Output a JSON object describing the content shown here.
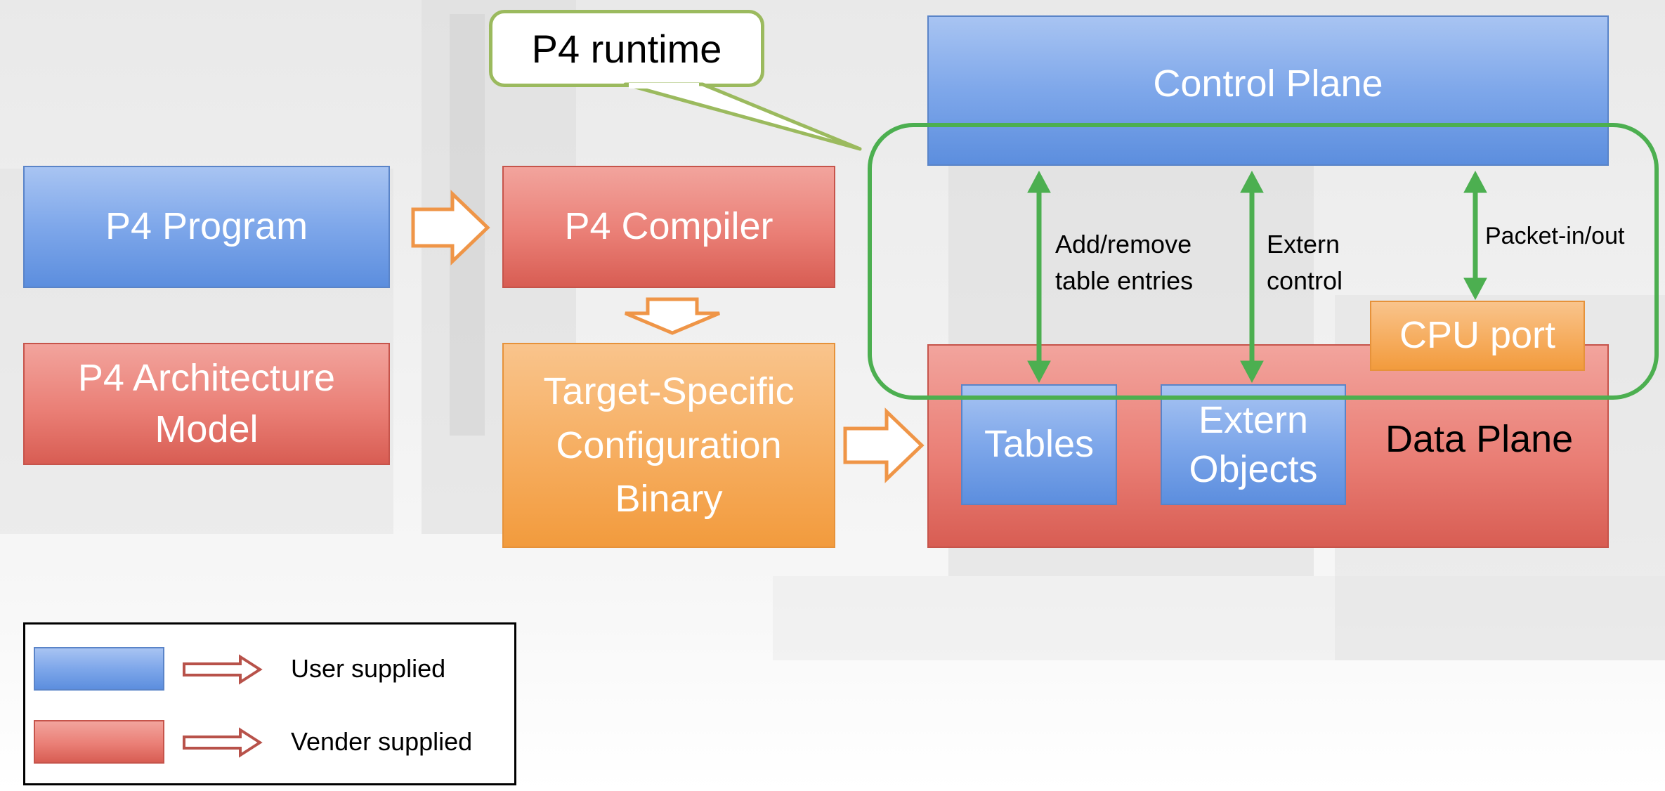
{
  "callout": {
    "text": "P4 runtime"
  },
  "left": {
    "program": "P4 Program",
    "architecture_line1": "P4 Architecture",
    "architecture_line2": "Model"
  },
  "middle": {
    "compiler": "P4 Compiler",
    "binary_line1": "Target-Specific",
    "binary_line2": "Configuration",
    "binary_line3": "Binary"
  },
  "right": {
    "control_plane": "Control Plane",
    "data_plane": "Data Plane",
    "cpu_port": "CPU port",
    "tables": "Tables",
    "extern_line1": "Extern",
    "extern_line2": "Objects",
    "arrow_labels": {
      "add_remove_line1": "Add/remove",
      "add_remove_line2": "table entries",
      "extern_line1": "Extern",
      "extern_line2": "control",
      "packet": "Packet-in/out"
    }
  },
  "legend": {
    "items": [
      {
        "color": "blue",
        "label": "User supplied"
      },
      {
        "color": "red",
        "label": "Vender supplied"
      }
    ]
  },
  "colors": {
    "blue": "#7ea7ea",
    "red": "#ea7f76",
    "orange": "#f6ad5f",
    "green": "#4caf50",
    "callout_border": "#9bba5e"
  }
}
